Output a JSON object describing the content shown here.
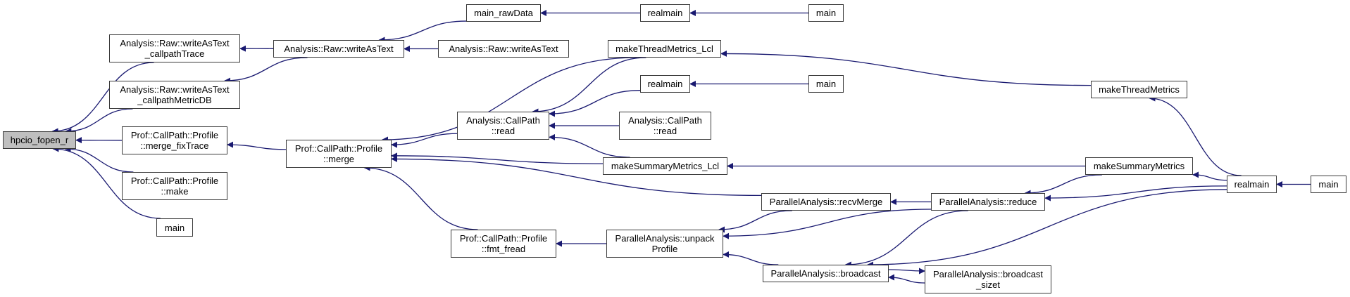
{
  "graph": {
    "type": "caller-graph",
    "colors": {
      "edge": "#191970",
      "node_border": "#3a3a3a",
      "node_fill": "#ffffff",
      "focus_fill": "#bfbfbf"
    },
    "focus": "hpcio_fopen_r",
    "nodes": [
      {
        "id": "hpcio",
        "label": "hpcio_fopen_r",
        "focus": true
      },
      {
        "id": "wat_trace",
        "label": "Analysis::Raw::writeAsText\n_callpathTrace"
      },
      {
        "id": "wat_metric",
        "label": "Analysis::Raw::writeAsText\n_callpathMetricDB"
      },
      {
        "id": "merge_fix",
        "label": "Prof::CallPath::Profile\n::merge_fixTrace"
      },
      {
        "id": "pmake",
        "label": "Prof::CallPath::Profile\n::make"
      },
      {
        "id": "main_a",
        "label": "main"
      },
      {
        "id": "wat_c",
        "label": "Analysis::Raw::writeAsText"
      },
      {
        "id": "pmerge",
        "label": "Prof::CallPath::Profile\n::merge"
      },
      {
        "id": "rawdata",
        "label": "main_rawData"
      },
      {
        "id": "wat_r",
        "label": "Analysis::Raw::writeAsText"
      },
      {
        "id": "cp_read",
        "label": "Analysis::CallPath\n::read"
      },
      {
        "id": "fmt_fread",
        "label": "Prof::CallPath::Profile\n::fmt_fread"
      },
      {
        "id": "realmain_1",
        "label": "realmain"
      },
      {
        "id": "main_1",
        "label": "main"
      },
      {
        "id": "mtm_lcl",
        "label": "makeThreadMetrics_Lcl"
      },
      {
        "id": "realmain_2",
        "label": "realmain"
      },
      {
        "id": "main_2",
        "label": "main"
      },
      {
        "id": "cp_read2",
        "label": "Analysis::CallPath\n::read"
      },
      {
        "id": "msm_lcl",
        "label": "makeSummaryMetrics_Lcl"
      },
      {
        "id": "recv",
        "label": "ParallelAnalysis::recvMerge"
      },
      {
        "id": "unpack",
        "label": "ParallelAnalysis::unpack\nProfile"
      },
      {
        "id": "bcast",
        "label": "ParallelAnalysis::broadcast"
      },
      {
        "id": "mtm",
        "label": "makeThreadMetrics"
      },
      {
        "id": "msm",
        "label": "makeSummaryMetrics"
      },
      {
        "id": "reduce",
        "label": "ParallelAnalysis::reduce"
      },
      {
        "id": "bcast_sz",
        "label": "ParallelAnalysis::broadcast\n_sizet"
      },
      {
        "id": "realmain_3",
        "label": "realmain"
      },
      {
        "id": "main_3",
        "label": "main"
      }
    ],
    "edges": [
      {
        "from": "wat_trace",
        "to": "hpcio"
      },
      {
        "from": "wat_metric",
        "to": "hpcio"
      },
      {
        "from": "merge_fix",
        "to": "hpcio"
      },
      {
        "from": "pmake",
        "to": "hpcio"
      },
      {
        "from": "main_a",
        "to": "hpcio"
      },
      {
        "from": "wat_c",
        "to": "wat_trace"
      },
      {
        "from": "wat_c",
        "to": "wat_metric"
      },
      {
        "from": "pmerge",
        "to": "merge_fix"
      },
      {
        "from": "rawdata",
        "to": "wat_c"
      },
      {
        "from": "wat_r",
        "to": "wat_c"
      },
      {
        "from": "mtm_lcl",
        "to": "pmerge"
      },
      {
        "from": "cp_read",
        "to": "pmerge"
      },
      {
        "from": "msm_lcl",
        "to": "pmerge"
      },
      {
        "from": "recv",
        "to": "pmerge"
      },
      {
        "from": "fmt_fread",
        "to": "pmerge"
      },
      {
        "from": "realmain_1",
        "to": "rawdata"
      },
      {
        "from": "mtm_lcl",
        "to": "cp_read"
      },
      {
        "from": "realmain_2",
        "to": "cp_read"
      },
      {
        "from": "cp_read2",
        "to": "cp_read"
      },
      {
        "from": "msm_lcl",
        "to": "cp_read"
      },
      {
        "from": "unpack",
        "to": "fmt_fread"
      },
      {
        "from": "main_1",
        "to": "realmain_1"
      },
      {
        "from": "main_2",
        "to": "realmain_2"
      },
      {
        "from": "mtm",
        "to": "mtm_lcl"
      },
      {
        "from": "msm",
        "to": "msm_lcl"
      },
      {
        "from": "reduce",
        "to": "recv"
      },
      {
        "from": "recv",
        "to": "unpack"
      },
      {
        "from": "reduce",
        "to": "unpack"
      },
      {
        "from": "bcast",
        "to": "unpack"
      },
      {
        "from": "reduce",
        "to": "bcast"
      },
      {
        "from": "realmain_3",
        "to": "bcast"
      },
      {
        "from": "bcast_sz",
        "to": "bcast"
      },
      {
        "from": "bcast",
        "to": "bcast_sz"
      },
      {
        "from": "realmain_3",
        "to": "mtm"
      },
      {
        "from": "realmain_3",
        "to": "msm"
      },
      {
        "from": "msm",
        "to": "reduce"
      },
      {
        "from": "realmain_3",
        "to": "reduce"
      },
      {
        "from": "main_3",
        "to": "realmain_3"
      }
    ]
  }
}
